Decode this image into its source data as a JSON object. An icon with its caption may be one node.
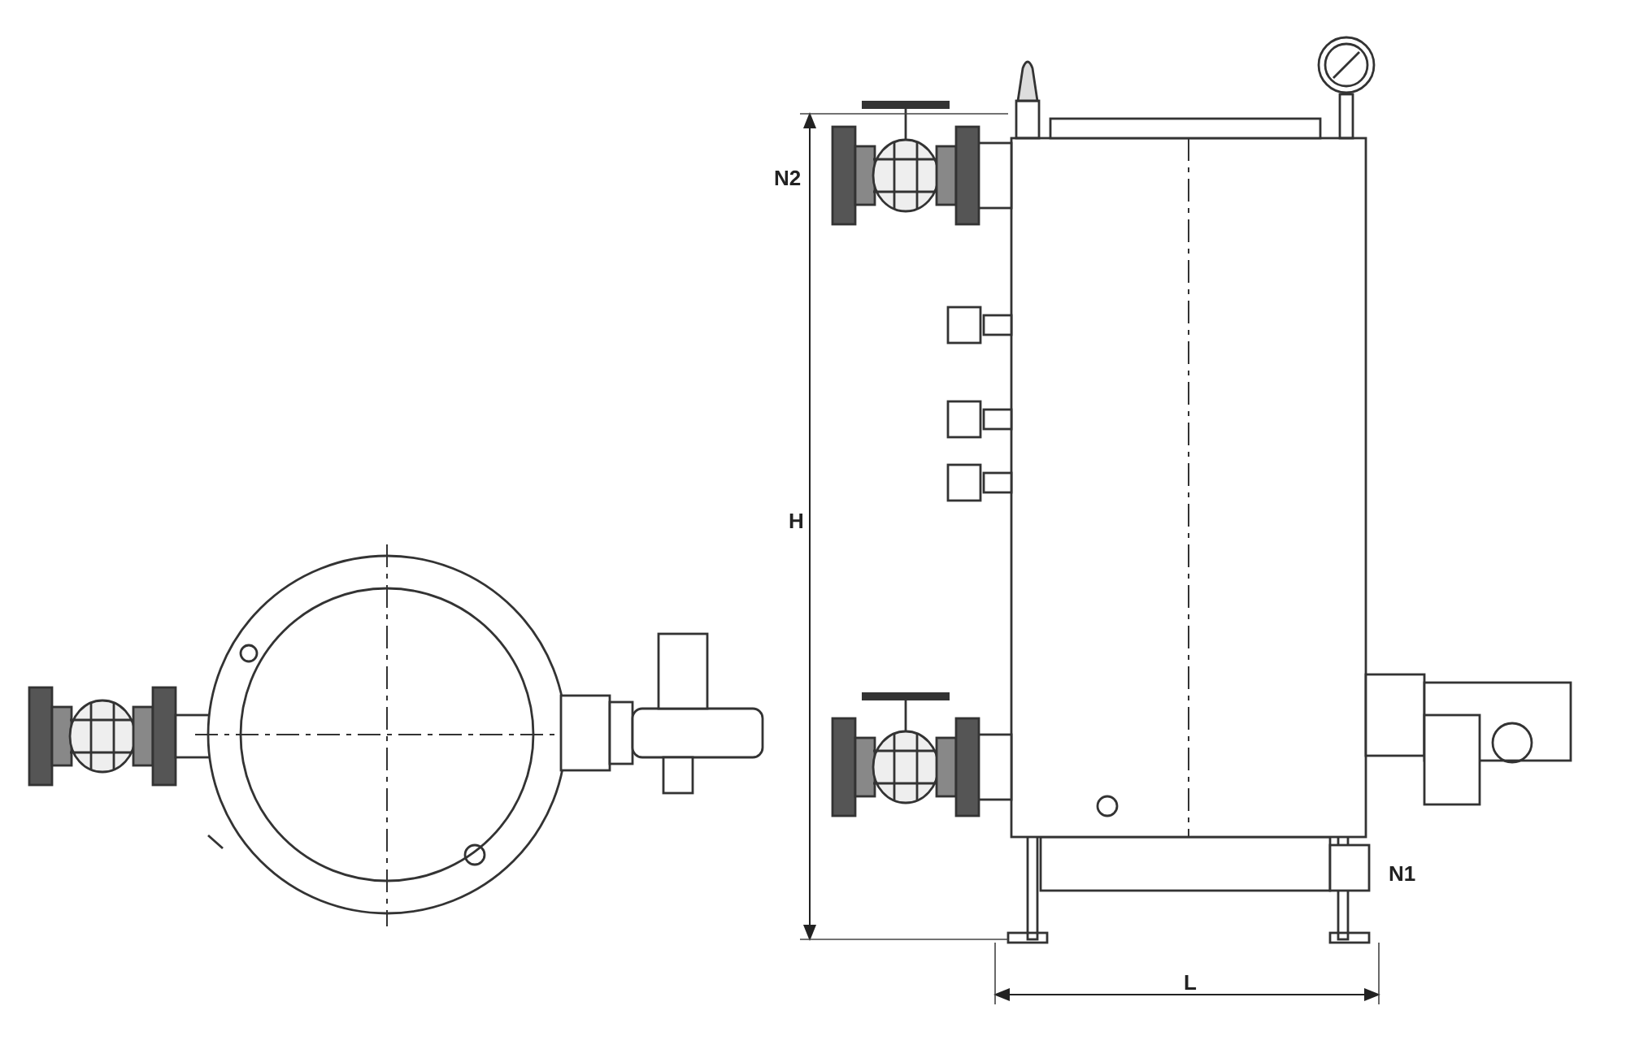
{
  "diagram": {
    "labels": [
      "N2",
      "H",
      "N1",
      "L"
    ]
  }
}
